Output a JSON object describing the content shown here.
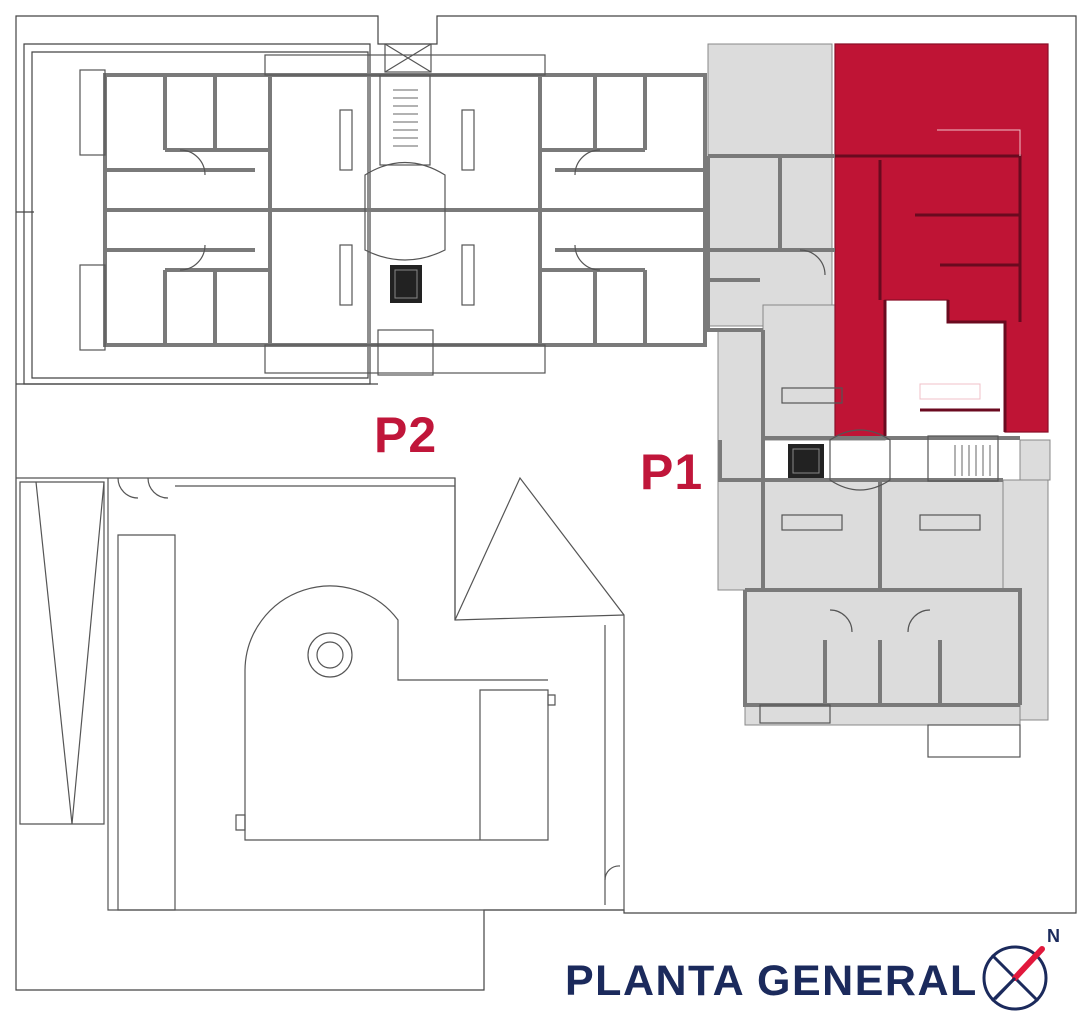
{
  "labels": {
    "p2": "P2",
    "p1": "P1",
    "title": "PLANTA GENERAL",
    "north": "N"
  },
  "colors": {
    "highlight": "#bf1435",
    "label_red": "#c0163a",
    "title_navy": "#1b2a5c",
    "wall": "#7a7a7a",
    "line": "#555555",
    "shade": "#dcdcdc"
  },
  "icons": {
    "compass": "compass-icon",
    "stair": "stair-icon",
    "elevator": "elevator-icon"
  }
}
